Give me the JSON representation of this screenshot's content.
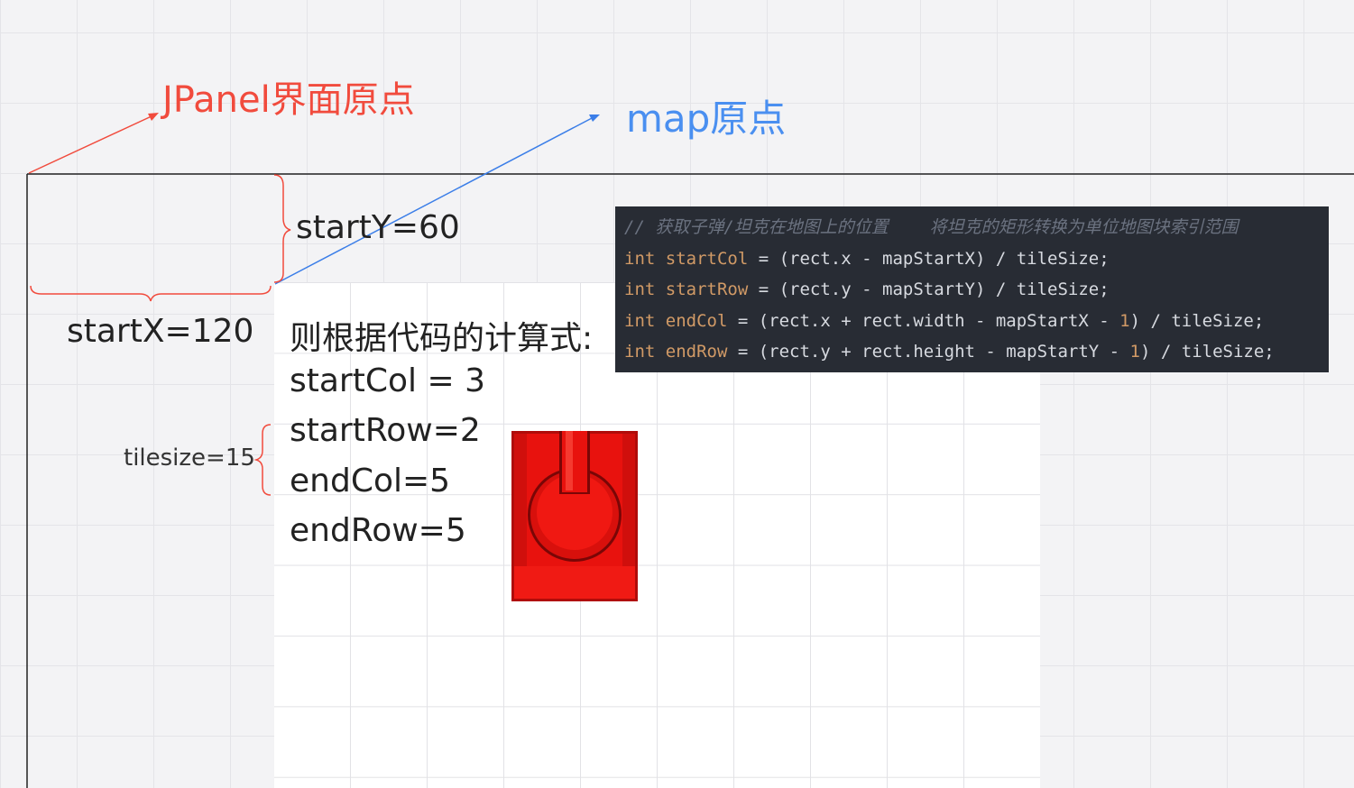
{
  "labels": {
    "jpanel_origin": "JPanel界面原点",
    "map_origin": "map原点",
    "start_y": "startY=60",
    "start_x": "startX=120",
    "tilesize": "tilesize=15"
  },
  "results": {
    "heading": "则根据代码的计算式:",
    "start_col": "startCol = 3",
    "start_row": "startRow=2",
    "end_col": "endCol=5",
    "end_row": "endRow=5"
  },
  "code": {
    "comment": "// 获取子弹/坦克在地图上的位置    将坦克的矩形转换为单位地图块索引范围",
    "lines": [
      {
        "type": "int",
        "var": "startCol",
        "expr": " = (rect.x - mapStartX) / tileSize;"
      },
      {
        "type": "int",
        "var": "startRow",
        "expr": " = (rect.y - mapStartY) / tileSize;"
      },
      {
        "type": "int",
        "var": "endCol",
        "expr": " = (rect.x + rect.width - mapStartX - ",
        "num": "1",
        "tail": ") / tileSize;"
      },
      {
        "type": "int",
        "var": "endRow",
        "expr": " = (rect.y + rect.height - mapStartY - ",
        "num": "1",
        "tail": ") / tileSize;"
      }
    ]
  },
  "colors": {
    "red_annotation": "#f14b3d",
    "blue_annotation": "#4a8ff0",
    "tank_red": "#e8120e",
    "code_bg": "#282c34"
  },
  "icons": {
    "tank": "tank-icon"
  }
}
